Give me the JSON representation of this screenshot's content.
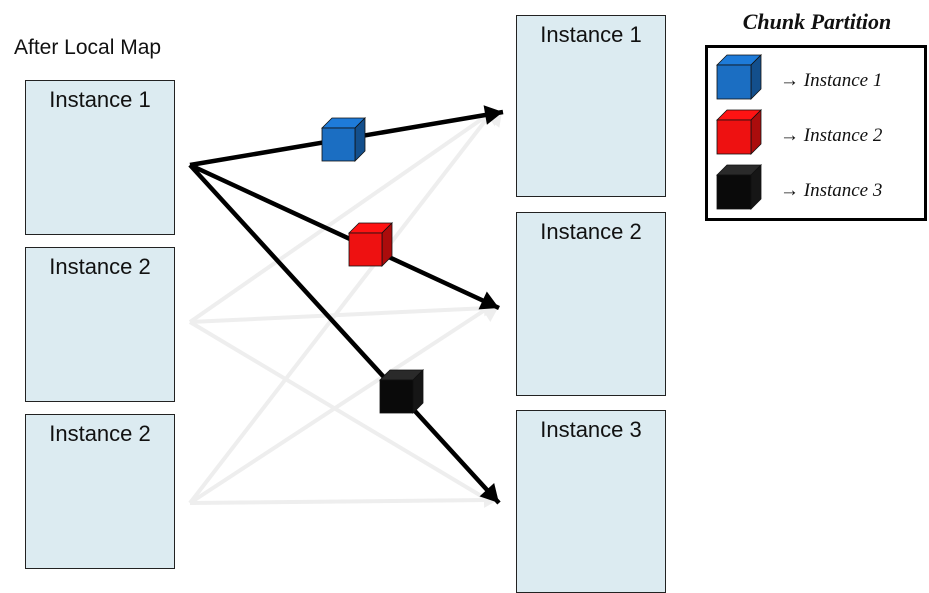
{
  "heading": "After Local Map",
  "sources": [
    {
      "title": "Instance 1",
      "front": [
        "red",
        "black",
        "blue"
      ],
      "mid": [
        "black",
        "blue",
        "black"
      ],
      "back": [
        "red",
        "black",
        "blue"
      ],
      "side": "red"
    },
    {
      "title": "Instance 2",
      "front": [
        "black",
        "blue",
        "red"
      ],
      "mid": [
        "blue",
        "red",
        "black"
      ],
      "back": [
        "black",
        "blue",
        "red"
      ],
      "side": "red"
    },
    {
      "title": "Instance 2",
      "front": [
        "blue",
        "red",
        "black"
      ],
      "mid": [
        "red",
        "blue",
        "black"
      ],
      "back": [
        "blue",
        "red",
        "black"
      ],
      "side": "black"
    }
  ],
  "targets": [
    {
      "title": "Instance 1",
      "color": "blue"
    },
    {
      "title": "Instance 2",
      "color": "red"
    },
    {
      "title": "Instance 3",
      "color": "black"
    }
  ],
  "legend": {
    "title": "Chunk Partition",
    "entries": [
      {
        "color": "blue",
        "label": "Instance 1"
      },
      {
        "color": "red",
        "label": "Instance 2"
      },
      {
        "color": "black",
        "label": "Instance 3"
      }
    ]
  },
  "colors": {
    "blue": "#1b6ec2",
    "red": "#ee1111",
    "black": "#0d0d0d",
    "box_fill": "#dcebf1",
    "faded_arrow": "#eeeeee"
  }
}
